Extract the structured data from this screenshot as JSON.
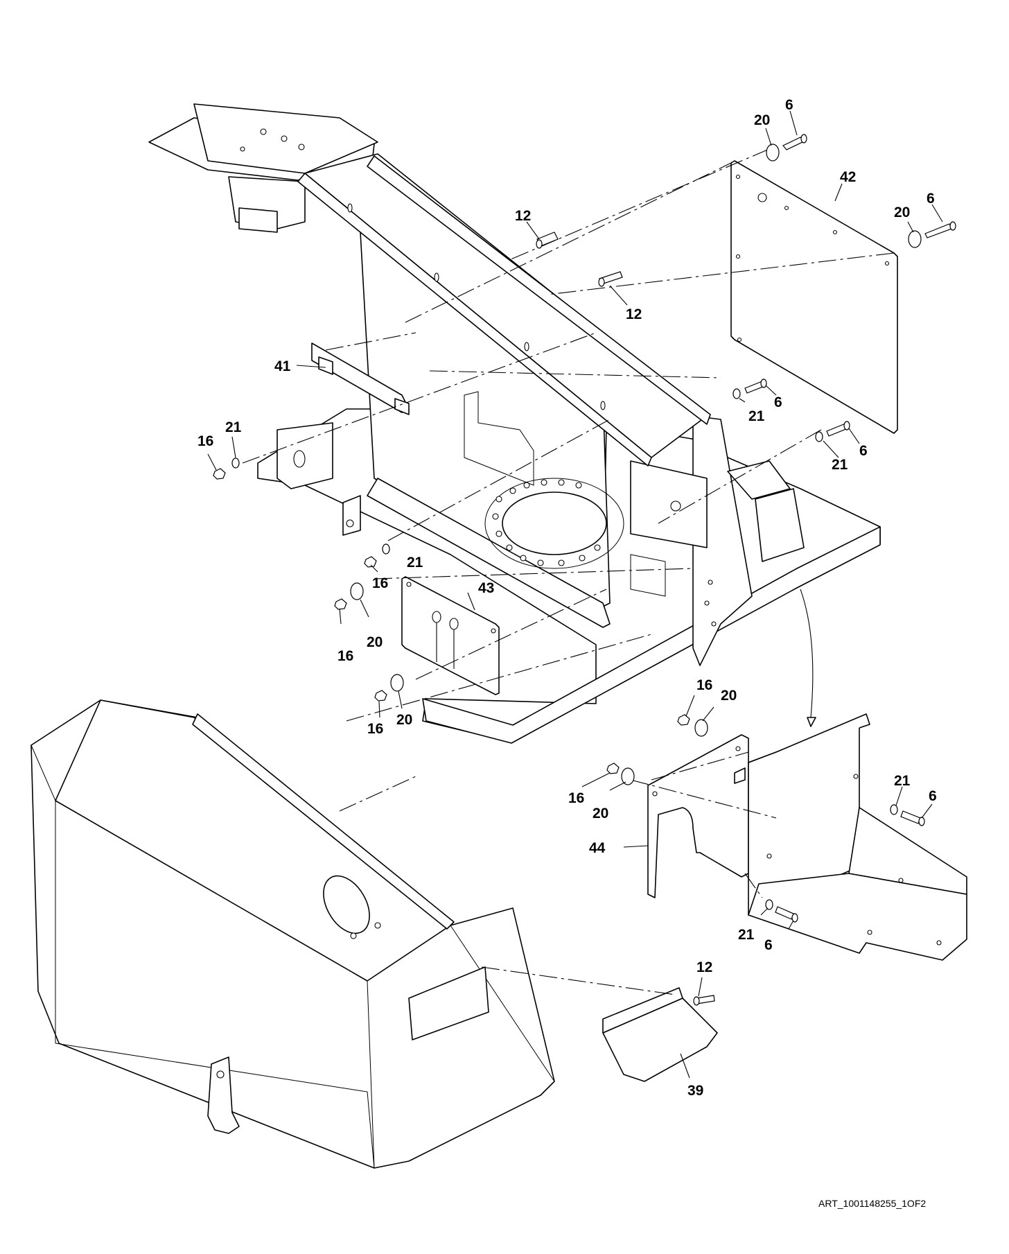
{
  "callouts": [
    {
      "id": "c-6-a",
      "text": "6"
    },
    {
      "id": "c-20-a",
      "text": "20"
    },
    {
      "id": "c-42",
      "text": "42"
    },
    {
      "id": "c-6-b",
      "text": "6"
    },
    {
      "id": "c-20-b",
      "text": "20"
    },
    {
      "id": "c-12-a",
      "text": "12"
    },
    {
      "id": "c-12-b",
      "text": "12"
    },
    {
      "id": "c-41",
      "text": "41"
    },
    {
      "id": "c-21-a",
      "text": "21"
    },
    {
      "id": "c-6-c",
      "text": "6"
    },
    {
      "id": "c-16-a",
      "text": "16"
    },
    {
      "id": "c-21-b",
      "text": "21"
    },
    {
      "id": "c-21-c",
      "text": "21"
    },
    {
      "id": "c-6-d",
      "text": "6"
    },
    {
      "id": "c-21-d",
      "text": "21"
    },
    {
      "id": "c-16-b",
      "text": "16"
    },
    {
      "id": "c-43",
      "text": "43"
    },
    {
      "id": "c-16-c",
      "text": "16"
    },
    {
      "id": "c-20-c",
      "text": "20"
    },
    {
      "id": "c-16-d",
      "text": "16"
    },
    {
      "id": "c-20-d",
      "text": "20"
    },
    {
      "id": "c-16-e",
      "text": "16"
    },
    {
      "id": "c-20-e",
      "text": "20"
    },
    {
      "id": "c-16-f",
      "text": "16"
    },
    {
      "id": "c-20-f",
      "text": "20"
    },
    {
      "id": "c-21-e",
      "text": "21"
    },
    {
      "id": "c-6-e",
      "text": "6"
    },
    {
      "id": "c-44",
      "text": "44"
    },
    {
      "id": "c-21-f",
      "text": "21"
    },
    {
      "id": "c-6-f",
      "text": "6"
    },
    {
      "id": "c-12-c",
      "text": "12"
    },
    {
      "id": "c-39",
      "text": "39"
    }
  ],
  "art_number": "ART_1001148255_1OF2"
}
